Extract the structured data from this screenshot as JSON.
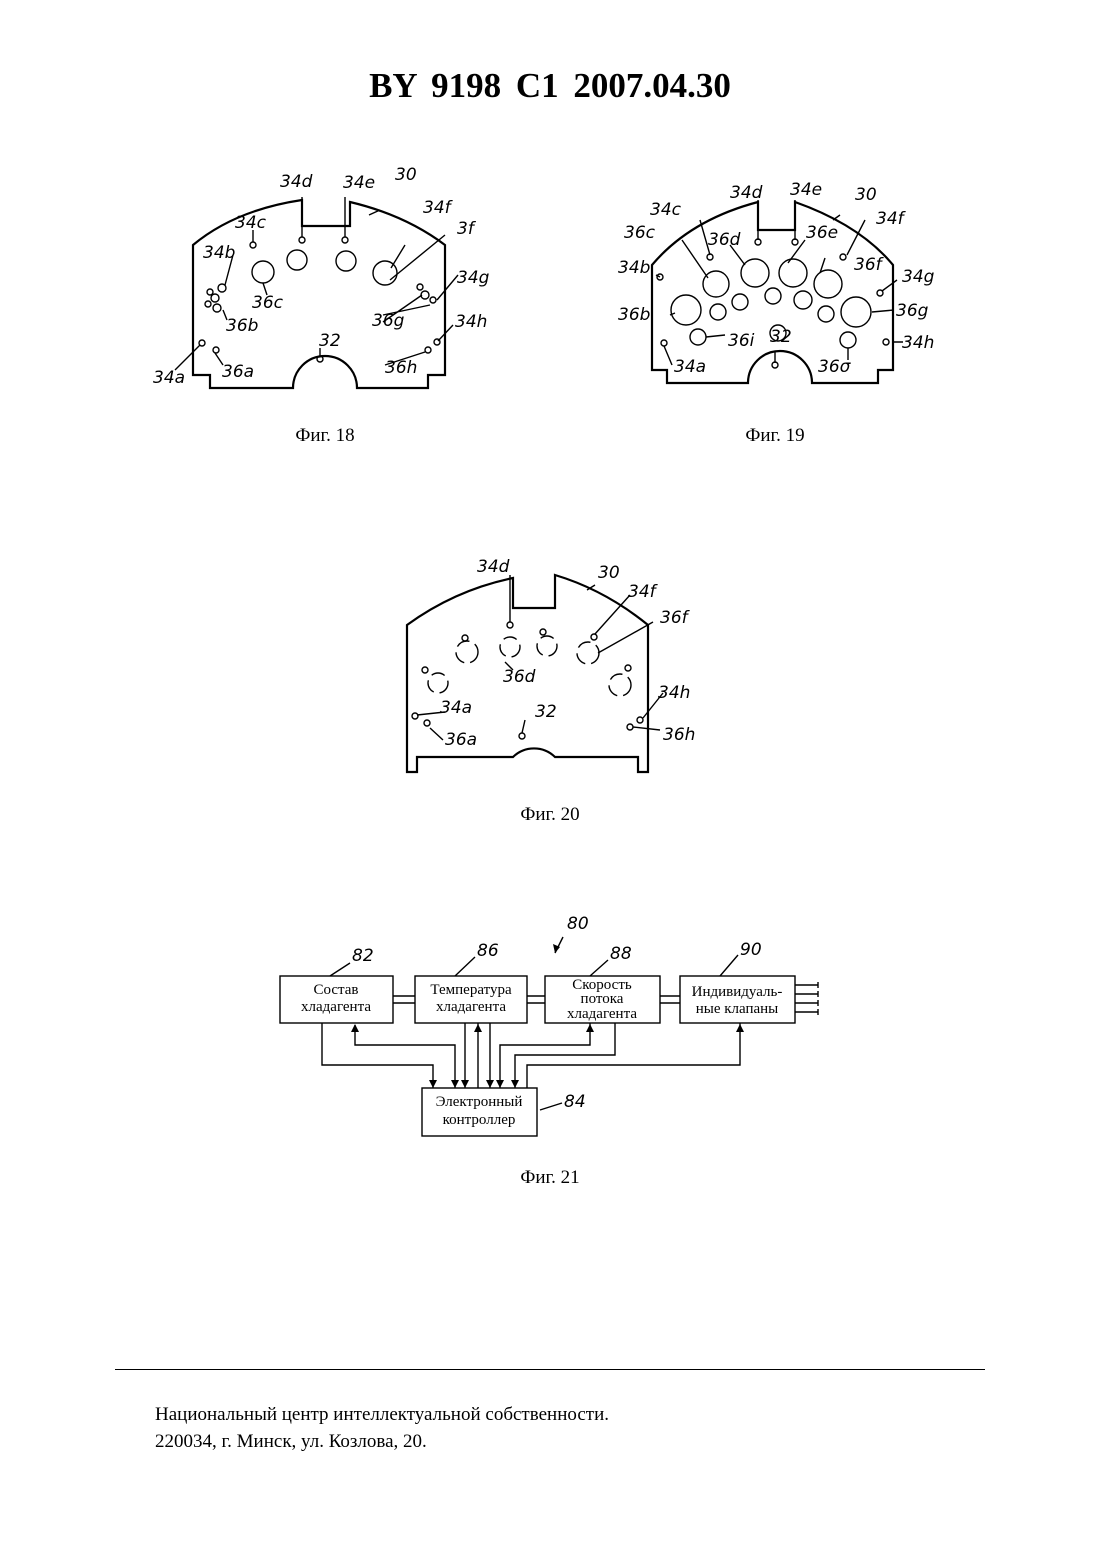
{
  "header": {
    "title": "BY 9198 C1 2007.04.30"
  },
  "figures": [
    {
      "caption": "Фиг. 18",
      "labels": [
        "34d",
        "34e",
        "30",
        "34f",
        "3f",
        "34c",
        "34b",
        "36c",
        "36b",
        "34g",
        "36g",
        "34h",
        "32",
        "34a",
        "36a",
        "36h"
      ]
    },
    {
      "caption": "Фиг. 19",
      "labels": [
        "34d",
        "34e",
        "30",
        "34f",
        "34c",
        "36c",
        "36d",
        "36e",
        "36f",
        "34b",
        "34g",
        "36b",
        "36g",
        "36i",
        "32",
        "34h",
        "34a",
        "36σ"
      ]
    },
    {
      "caption": "Фиг. 20",
      "labels": [
        "34d",
        "30",
        "34f",
        "36f",
        "36d",
        "34h",
        "34a",
        "32",
        "36a",
        "36h"
      ]
    },
    {
      "caption": "Фиг. 21",
      "labels": [
        "80",
        "82",
        "86",
        "88",
        "90",
        "84"
      ],
      "blocks": [
        [
          "Состав",
          "хладагента"
        ],
        [
          "Температура",
          "хладагента"
        ],
        [
          "Скорость",
          "потока",
          "хладагента"
        ],
        [
          "Индивидуаль-",
          "ные клапаны"
        ],
        [
          "Электронный",
          "контроллер"
        ]
      ]
    }
  ],
  "footer": {
    "line1": "Национальный центр интеллектуальной собственности.",
    "line2": "220034, г. Минск, ул. Козлова, 20."
  }
}
